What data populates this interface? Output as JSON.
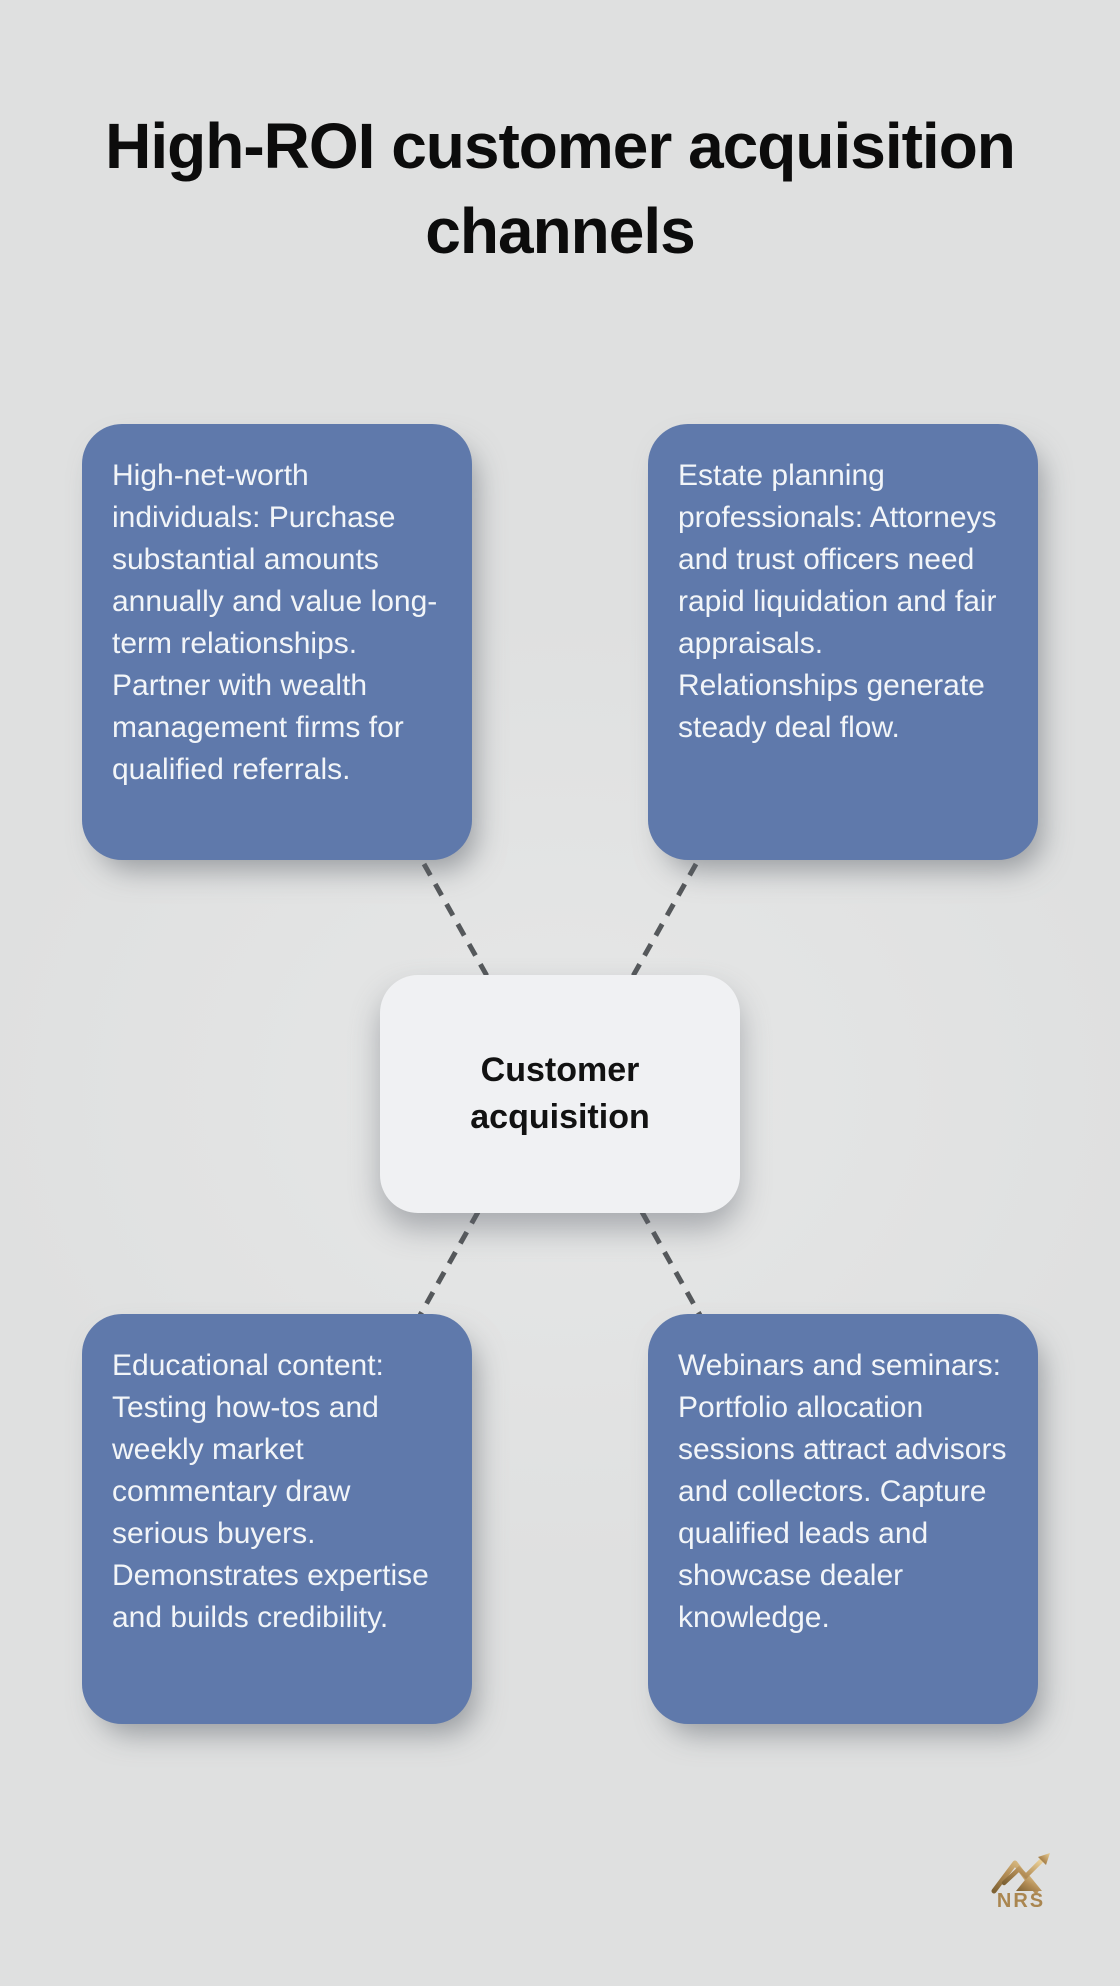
{
  "title": {
    "lines": [
      "High-ROI customer acquisition",
      "channels"
    ]
  },
  "center": {
    "label": "Customer acquisition"
  },
  "cards": [
    {
      "name": "high-net-worth",
      "text": "High-net-worth individuals: Purchase substantial amounts annually and value long-term relationships. Partner with wealth management firms for qualified referrals."
    },
    {
      "name": "estate-planning",
      "text": "Estate planning professionals: Attorneys and trust officers need rapid liquidation and fair appraisals. Relationships generate steady deal flow."
    },
    {
      "name": "educational-content",
      "text": "Educational content: Testing how-tos and weekly market commentary draw serious buyers. Demonstrates expertise and builds credibility."
    },
    {
      "name": "webinars-seminars",
      "text": "Webinars and seminars: Portfolio allocation sessions attract advisors and collectors. Capture qualified leads and showcase dealer knowledge."
    }
  ],
  "logo": {
    "text": "NRS",
    "icon": "mountain-arrow-icon"
  },
  "colors": {
    "background": "#dfe0e0",
    "card_fill": "#5f79ab",
    "card_text": "#f2f5f8",
    "center_fill": "#f0f1f3",
    "center_text": "#121212",
    "title_text": "#0c0c0c",
    "connector": "#55585b",
    "logo_gold": "#b08a54"
  }
}
